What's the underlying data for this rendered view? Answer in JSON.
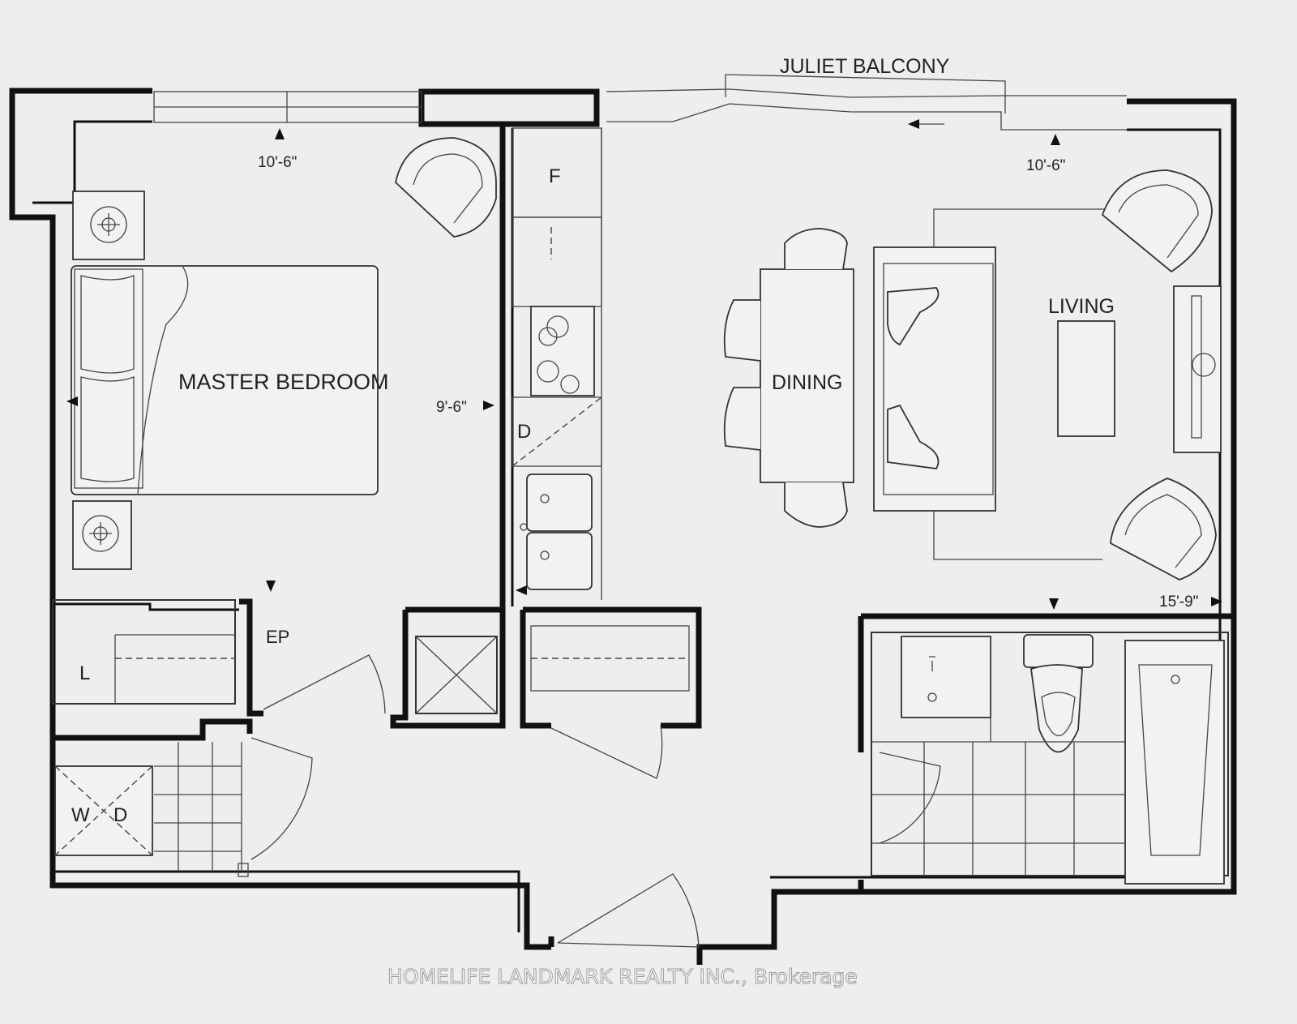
{
  "rooms": {
    "master_bedroom": "MASTER BEDROOM",
    "dining": "DINING",
    "living": "LIVING",
    "juliet_balcony": "JULIET BALCONY",
    "fridge": "F",
    "dishwasher": "D",
    "linen": "L",
    "electrical_panel": "EP",
    "washer": "W",
    "dryer": "D"
  },
  "dimensions": {
    "bedroom_width": "10'-6\"",
    "bedroom_depth": "9'-6\"",
    "living_width": "10'-6\"",
    "living_depth": "15'-9\""
  },
  "watermark": "HOMELIFE LANDMARK REALTY INC., Brokerage",
  "colors": {
    "background": "#eeeeee",
    "walls": "#111111"
  }
}
